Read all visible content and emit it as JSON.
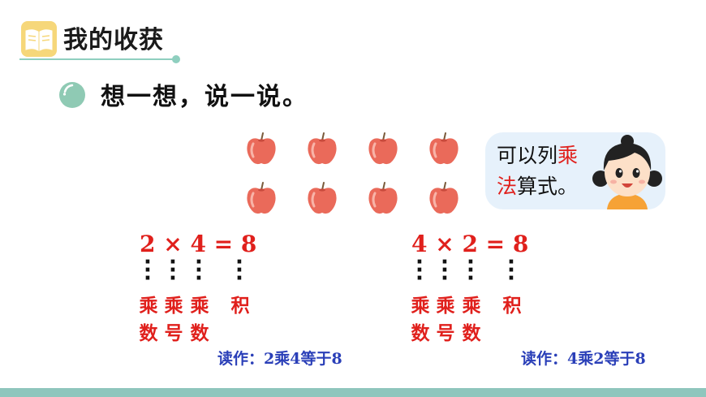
{
  "header": {
    "title": "我的收获"
  },
  "section": {
    "title": "想一想，说一说。"
  },
  "bubble": {
    "part1": "可以列",
    "highlight1": "乘",
    "highlight2": "法",
    "part2": "算式。"
  },
  "equation_left": {
    "expr": "2 × 4 = 8",
    "labels": [
      [
        "乘",
        "数"
      ],
      [
        "乘",
        "号"
      ],
      [
        "乘",
        "数"
      ],
      [
        "积",
        ""
      ]
    ],
    "reading": "读作：2乘4等于8"
  },
  "equation_right": {
    "expr": "4 × 2 = 8",
    "labels": [
      [
        "乘",
        "数"
      ],
      [
        "乘",
        "号"
      ],
      [
        "乘",
        "数"
      ],
      [
        "积",
        ""
      ]
    ],
    "reading": "读作：4乘2等于8"
  },
  "apples": {
    "rows": 2,
    "cols": 4
  },
  "colors": {
    "accent": "#e0201c",
    "reading": "#2a3fb8",
    "header_line": "#8fcfbf"
  },
  "icons": {
    "header": "open-book-icon",
    "bullet": "green-circle-bullet-icon"
  }
}
